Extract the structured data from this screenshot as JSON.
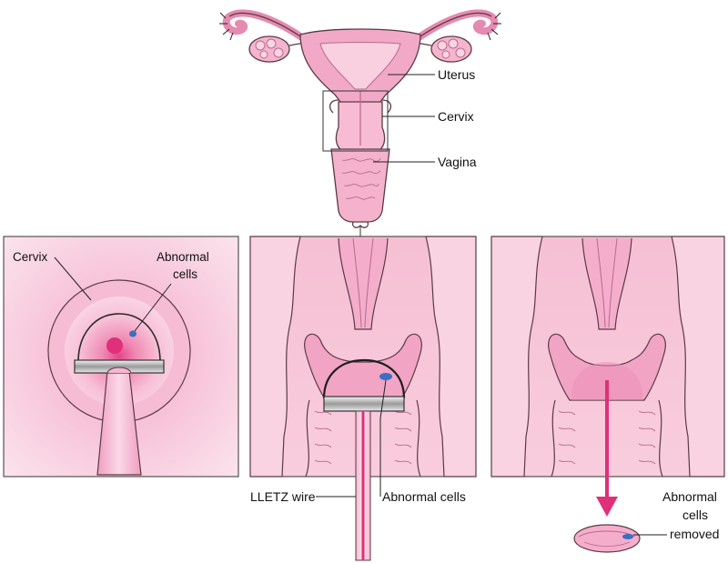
{
  "labels": {
    "uterus": "Uterus",
    "cervix_top": "Cervix",
    "vagina": "Vagina",
    "cervix_panel": "Cervix",
    "abnormal_cells_1a": "Abnormal",
    "abnormal_cells_1b": "cells",
    "lletz_wire": "LLETZ wire",
    "abnormal_cells_2": "Abnormal cells",
    "abnormal_removed_a": "Abnormal",
    "abnormal_removed_b": "cells",
    "abnormal_removed_c": "removed"
  },
  "colors": {
    "tissue_light": "#f7c6d9",
    "tissue_mid": "#f0a3c2",
    "tissue_dark": "#e27aa6",
    "abnormal_cells": "#3b6fc4",
    "arrow": "#e0307a",
    "wire": "#e0307a"
  }
}
